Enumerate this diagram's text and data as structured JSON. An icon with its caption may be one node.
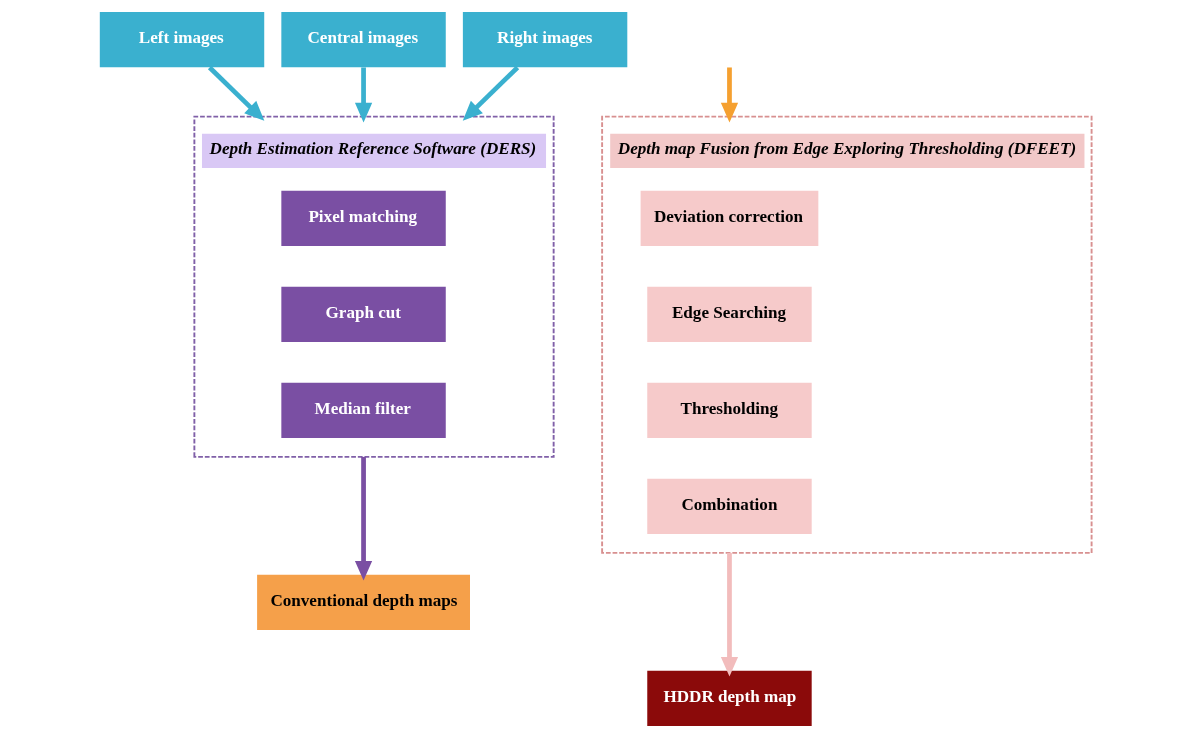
{
  "diagram": {
    "nodes": [
      {
        "text": [
          "Left images"
        ]
      },
      {
        "text": [
          "Central images"
        ]
      },
      {
        "text": [
          "Right images"
        ]
      },
      {
        "text": [
          "Depth Estimation Reference Software (DERS)"
        ]
      },
      {
        "text": [
          "Pixel matching"
        ],
        "in": 3
      },
      {
        "text": [
          "Graph cut"
        ],
        "in": 3
      },
      {
        "text": [
          "Median filter"
        ],
        "in": 3
      },
      {
        "text": [
          "Conventional depth maps"
        ]
      },
      {
        "text": [
          "Depth map Fusion from Edge Exploring Thresholding (DFEET)"
        ]
      },
      {
        "text": [
          "Deviation correction"
        ],
        "in": 8
      },
      {
        "text": [
          "Edge Searching"
        ],
        "in": 8
      },
      {
        "text": [
          "Thresholding"
        ],
        "in": 8
      },
      {
        "text": [
          "Combination"
        ],
        "in": 8
      },
      {
        "text": [
          "HDDR depth map"
        ]
      }
    ],
    "edges": [
      {
        "from": 0,
        "to": 3,
        "arrow": "to",
        "color": "#3ab0cf"
      },
      {
        "from": 1,
        "to": 3,
        "arrow": "to",
        "color": "#3ab0cf"
      },
      {
        "from": 2,
        "to": 3,
        "arrow": "to",
        "color": "#3ab0cf"
      },
      {
        "from": 3,
        "to": 7,
        "arrow": "to",
        "color": "#7a4fa3"
      },
      {
        "from": null,
        "to": 8,
        "arrow": "to",
        "color": "#f5a030"
      },
      {
        "from": 8,
        "to": 13,
        "arrow": "to",
        "color": "#f2bcbc"
      }
    ]
  }
}
